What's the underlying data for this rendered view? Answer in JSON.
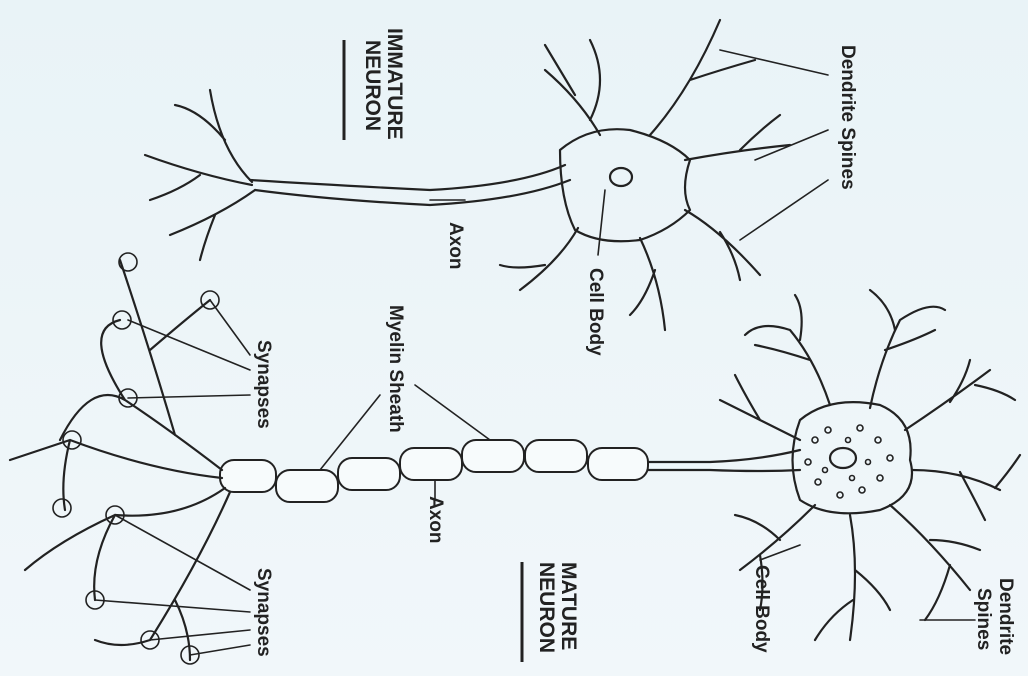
{
  "immature": {
    "title_line1": "IMMATURE",
    "title_line2": "NEURON",
    "dendrite_spines": "Dendrite Spines",
    "axon": "Axon",
    "cell_body": "Cell Body"
  },
  "mature": {
    "title_line1": "MATURE",
    "title_line2": "NEURON",
    "dendrite_line1": "Dendrite",
    "dendrite_line2": "Spines",
    "cell_body": "Cell Body",
    "myelin_sheath": "Myelin Sheath",
    "axon": "Axon",
    "synapses_upper": "Synapses",
    "synapses_lower": "Synapses"
  }
}
